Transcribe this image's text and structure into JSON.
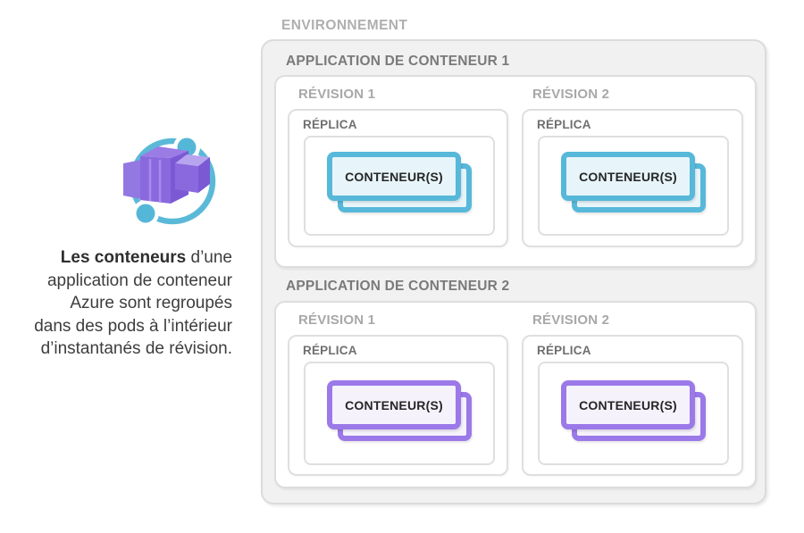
{
  "annotation": {
    "icon": "azure-container-apps-icon",
    "line1_bold": "Les conteneurs",
    "line1_rest": " d’une",
    "lines": [
      "application de conteneur",
      "Azure sont regroupés",
      "dans des pods à l’intérieur",
      "d’instantanés de révision."
    ]
  },
  "diagram": {
    "environment_label": "ENVIRONNEMENT",
    "apps": [
      {
        "label": "APPLICATION DE CONTENEUR 1",
        "accent_color": "#57B8D9",
        "container_fill": "#E7F5FA",
        "revisions": [
          {
            "label": "RÉVISION 1",
            "replica_label": "RÉPLICA",
            "container_label": "CONTENEUR(S)"
          },
          {
            "label": "RÉVISION 2",
            "replica_label": "RÉPLICA",
            "container_label": "CONTENEUR(S)"
          }
        ]
      },
      {
        "label": "APPLICATION DE CONTENEUR 2",
        "accent_color": "#9B79E8",
        "container_fill": "#F5F2FC",
        "revisions": [
          {
            "label": "RÉVISION 1",
            "replica_label": "RÉPLICA",
            "container_label": "CONTENEUR(S)"
          },
          {
            "label": "RÉVISION 2",
            "replica_label": "RÉPLICA",
            "container_label": "CONTENEUR(S)"
          }
        ]
      }
    ]
  },
  "colors": {
    "environment_fill": "#F1F1F2",
    "box_border": "#DDDDDE",
    "teal_accent": "#57B8D9",
    "purple_accent": "#9B79E8",
    "icon_ring": "#5BB9D8",
    "icon_purple": "#8A69DE"
  }
}
